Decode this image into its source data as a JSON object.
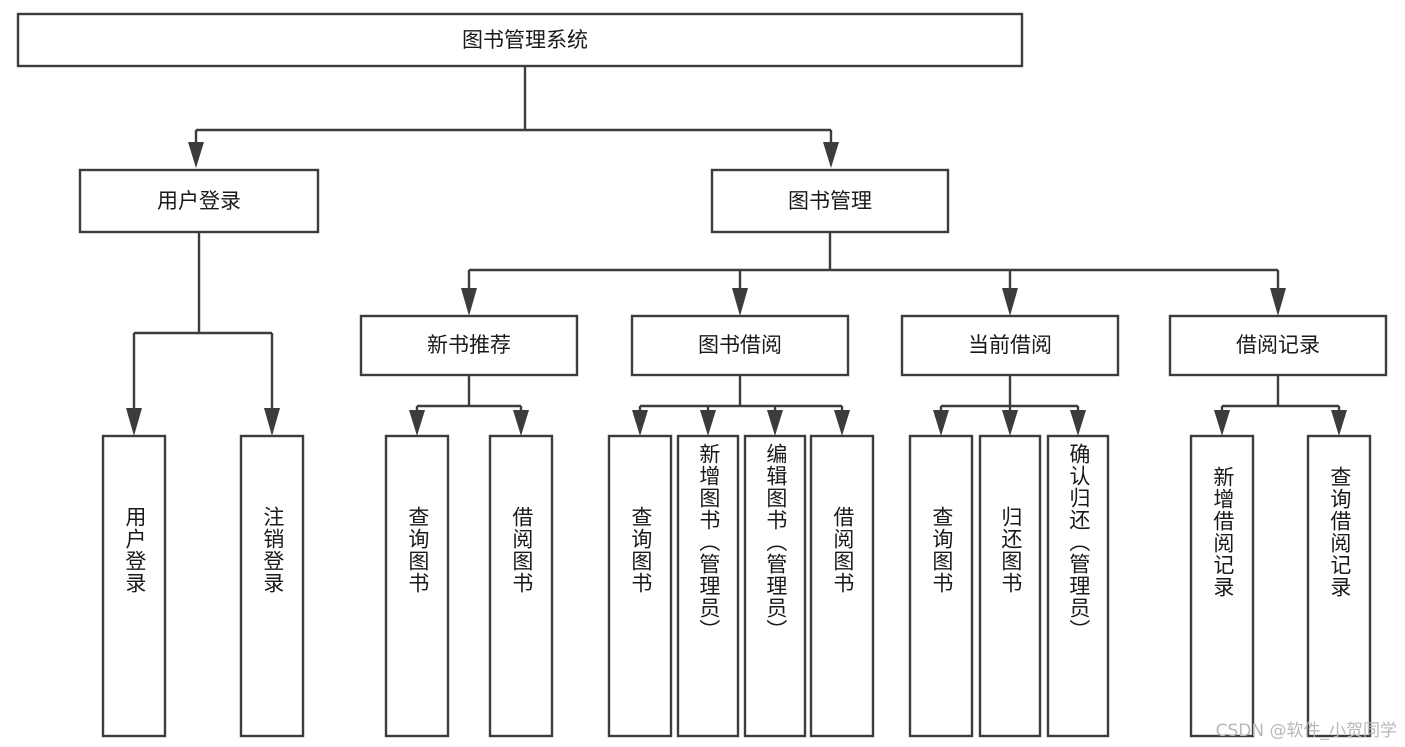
{
  "diagram": {
    "title": "图书管理系统",
    "type": "tree-hierarchy",
    "watermark": "CSDN @软件_小贺同学",
    "colors": {
      "stroke": "#3c3c3c",
      "fill": "#ffffff",
      "text": "#1a1a1a",
      "watermark": "#b8b8b8",
      "background": "#ffffff"
    },
    "root": {
      "label": "图书管理系统"
    },
    "level2": [
      {
        "label": "用户登录"
      },
      {
        "label": "图书管理"
      }
    ],
    "level3": [
      {
        "label": "新书推荐"
      },
      {
        "label": "图书借阅"
      },
      {
        "label": "当前借阅"
      },
      {
        "label": "借阅记录"
      }
    ],
    "leaves": {
      "user_login": [
        {
          "label": "用户登录"
        },
        {
          "label": "注销登录"
        }
      ],
      "new_book_recommend": [
        {
          "label": "查询图书"
        },
        {
          "label": "借阅图书"
        }
      ],
      "book_borrow": [
        {
          "label": "查询图书"
        },
        {
          "label": "新增图书（管理员）"
        },
        {
          "label": "编辑图书（管理员）"
        },
        {
          "label": "借阅图书"
        }
      ],
      "current_borrow": [
        {
          "label": "查询图书"
        },
        {
          "label": "归还图书"
        },
        {
          "label": "确认归还（管理员）"
        }
      ],
      "borrow_record": [
        {
          "label": "新增借阅记录"
        },
        {
          "label": "查询借阅记录"
        }
      ]
    }
  }
}
